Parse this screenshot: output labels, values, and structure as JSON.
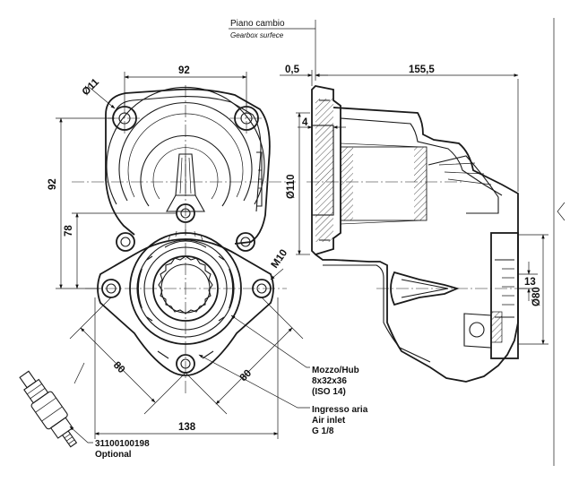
{
  "header": {
    "title": "Piano cambio",
    "subtitle": "Gearbox surfece"
  },
  "dimensions": {
    "top_width": "92",
    "left_height": "92",
    "hole_diameter": "Ø11",
    "inner_height": "78",
    "thread": "M10",
    "diag_left": "80",
    "diag_right": "80",
    "bottom_width": "138",
    "offset": "0,5",
    "length": "155,5",
    "flange_thk": "4",
    "diameter_110": "Ø110",
    "step": "13",
    "diameter_80": "Ø80"
  },
  "callouts": {
    "hub": [
      "Mozzo/Hub",
      "8x32x36",
      "(ISO 14)"
    ],
    "air": [
      "Ingresso aria",
      "Air inlet",
      "G 1/8"
    ],
    "optional": [
      "31100100198",
      "Optional"
    ]
  }
}
